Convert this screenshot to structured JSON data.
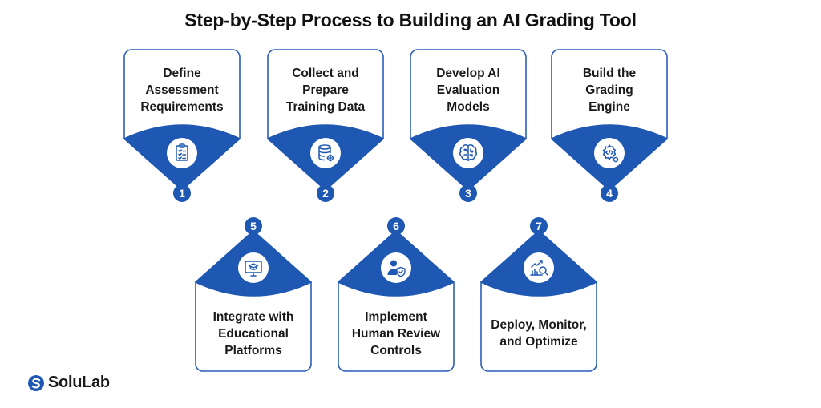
{
  "title": "Step-by-Step Process to Building an AI Grading Tool",
  "brand": {
    "name": "SoluLab"
  },
  "steps": [
    {
      "number": "1",
      "lines": [
        "Define",
        "Assessment",
        "Requirements"
      ],
      "icon": "clipboard-checklist-icon"
    },
    {
      "number": "2",
      "lines": [
        "Collect and",
        "Prepare",
        "Training Data"
      ],
      "icon": "database-gear-icon"
    },
    {
      "number": "3",
      "lines": [
        "Develop AI",
        "Evaluation",
        "Models"
      ],
      "icon": "brain-circuit-icon"
    },
    {
      "number": "4",
      "lines": [
        "Build the",
        "Grading",
        "Engine"
      ],
      "icon": "code-gear-icon"
    },
    {
      "number": "5",
      "lines": [
        "Integrate with",
        "Educational",
        "Platforms"
      ],
      "icon": "monitor-graduation-cap-icon"
    },
    {
      "number": "6",
      "lines": [
        "Implement",
        "Human Review",
        "Controls"
      ],
      "icon": "user-shield-icon"
    },
    {
      "number": "7",
      "lines": [
        "Deploy, Monitor,",
        "and Optimize"
      ],
      "icon": "chart-magnifier-icon"
    }
  ],
  "colors": {
    "accent": "#1f58b3",
    "border": "#2a5fb8",
    "text": "#1a1a1a"
  }
}
